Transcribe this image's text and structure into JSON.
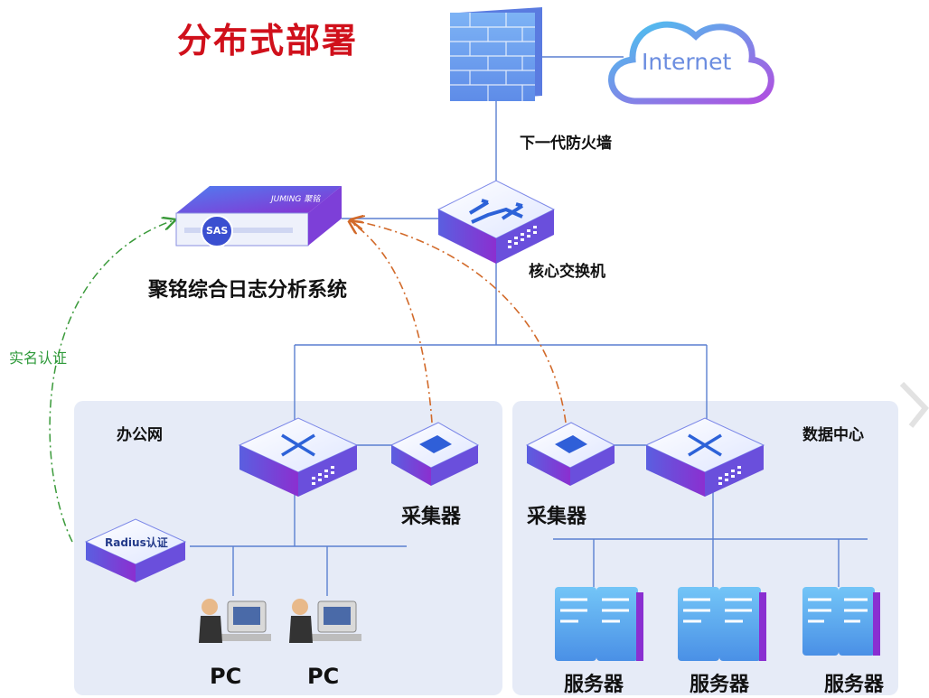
{
  "title": "分布式部署",
  "nodes": {
    "internet": "Internet",
    "firewall": "下一代防火墙",
    "core_switch": "核心交换机",
    "sas": "聚铭综合日志分析系统",
    "sas_badge": "SAS",
    "sas_brand": "JUMING 聚铭",
    "radius": "Radius认证",
    "office_collector": "采集器",
    "dc_collector": "采集器",
    "pc_1": "PC",
    "pc_2": "PC",
    "server_1": "服务器",
    "server_2": "服务器",
    "server_3": "服务器"
  },
  "zones": {
    "office": "办公网",
    "datacenter": "数据中心"
  },
  "edges": {
    "realname_auth": "实名认证"
  },
  "colors": {
    "title": "#d0101b",
    "line": "#5a7fd0",
    "dashed_orange": "#d26a2a",
    "dashed_green": "#3a9a3a",
    "zone_bg": "#e6ebf7",
    "device_gradient_start": "#5b6fe8",
    "device_gradient_end": "#8a2fd1"
  }
}
